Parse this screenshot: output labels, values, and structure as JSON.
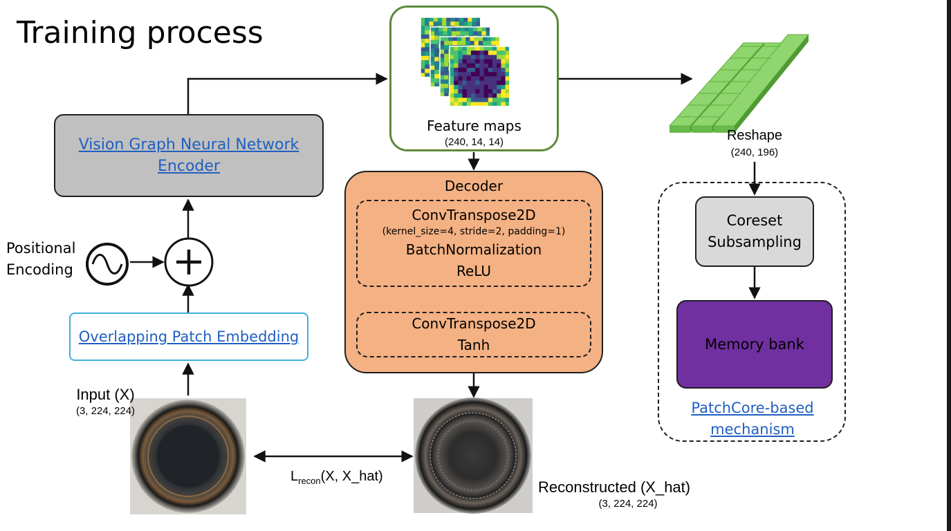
{
  "title": "Training process",
  "encoder": {
    "line1": "Vision Graph Neural Network",
    "line2": "Encoder"
  },
  "patch_embedding": {
    "label": "Overlapping Patch Embedding"
  },
  "positional_encoding": {
    "line1": "Positional",
    "line2": "Encoding"
  },
  "input": {
    "label": "Input (X)",
    "shape": "(3, 224, 224)"
  },
  "feature_maps": {
    "label": "Feature maps",
    "shape": "(240, 14, 14)"
  },
  "decoder": {
    "title": "Decoder",
    "block1": {
      "layer1": "ConvTranspose2D",
      "params": "(kernel_size=4, stride=2, padding=1)",
      "layer2": "BatchNormalization",
      "layer3": "ReLU"
    },
    "block2": {
      "layer1": "ConvTranspose2D",
      "layer2": "Tanh"
    }
  },
  "loss": {
    "prefix": "L",
    "subscript": "recon",
    "args": "(X, X_hat)"
  },
  "reconstructed": {
    "label": "Reconstructed (X_hat)",
    "shape": "(3, 224, 224)"
  },
  "reshape": {
    "label": "Reshape",
    "shape": "(240, 196)"
  },
  "patchcore": {
    "coreset_line1": "Coreset",
    "coreset_line2": "Subsampling",
    "memory_bank": "Memory bank",
    "label_line1": "PatchCore-based",
    "label_line2": "mechanism"
  },
  "colors": {
    "encoder_fill": "#c0c0c0",
    "patch_embedding_border": "#41aede",
    "feature_maps_border": "#5b8a3a",
    "decoder_fill": "#f4b183",
    "memory_bank_fill": "#7030a0",
    "coreset_fill": "#d9d9d9",
    "reshape_blocks": "#70c050",
    "link_text": "#1f5fc0"
  }
}
